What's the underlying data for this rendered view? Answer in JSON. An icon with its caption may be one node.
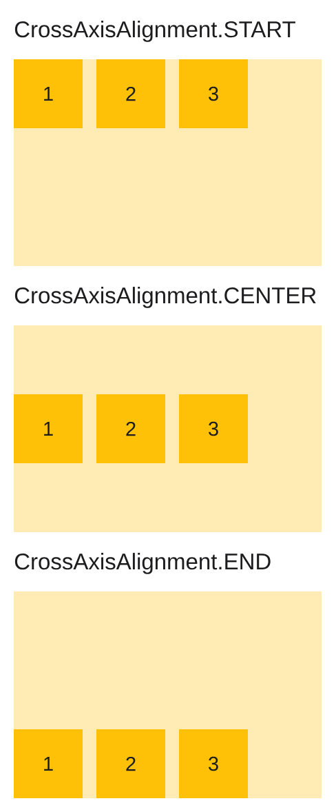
{
  "diagram": {
    "nodes": [
      {
        "text": [
          "CrossAxisAlignment.START"
        ]
      },
      {
        "text": [
          "1"
        ],
        "in": 0
      },
      {
        "text": [
          "2"
        ],
        "in": 0
      },
      {
        "text": [
          "3"
        ],
        "in": 0
      },
      {
        "text": [
          "CrossAxisAlignment.CENTER"
        ]
      },
      {
        "text": [
          "1"
        ],
        "in": 4
      },
      {
        "text": [
          "2"
        ],
        "in": 4
      },
      {
        "text": [
          "3"
        ],
        "in": 4
      },
      {
        "text": [
          "CrossAxisAlignment.END"
        ]
      },
      {
        "text": [
          "1"
        ],
        "in": 8
      },
      {
        "text": [
          "2"
        ],
        "in": 8
      },
      {
        "text": [
          "3"
        ],
        "in": 8
      }
    ]
  }
}
